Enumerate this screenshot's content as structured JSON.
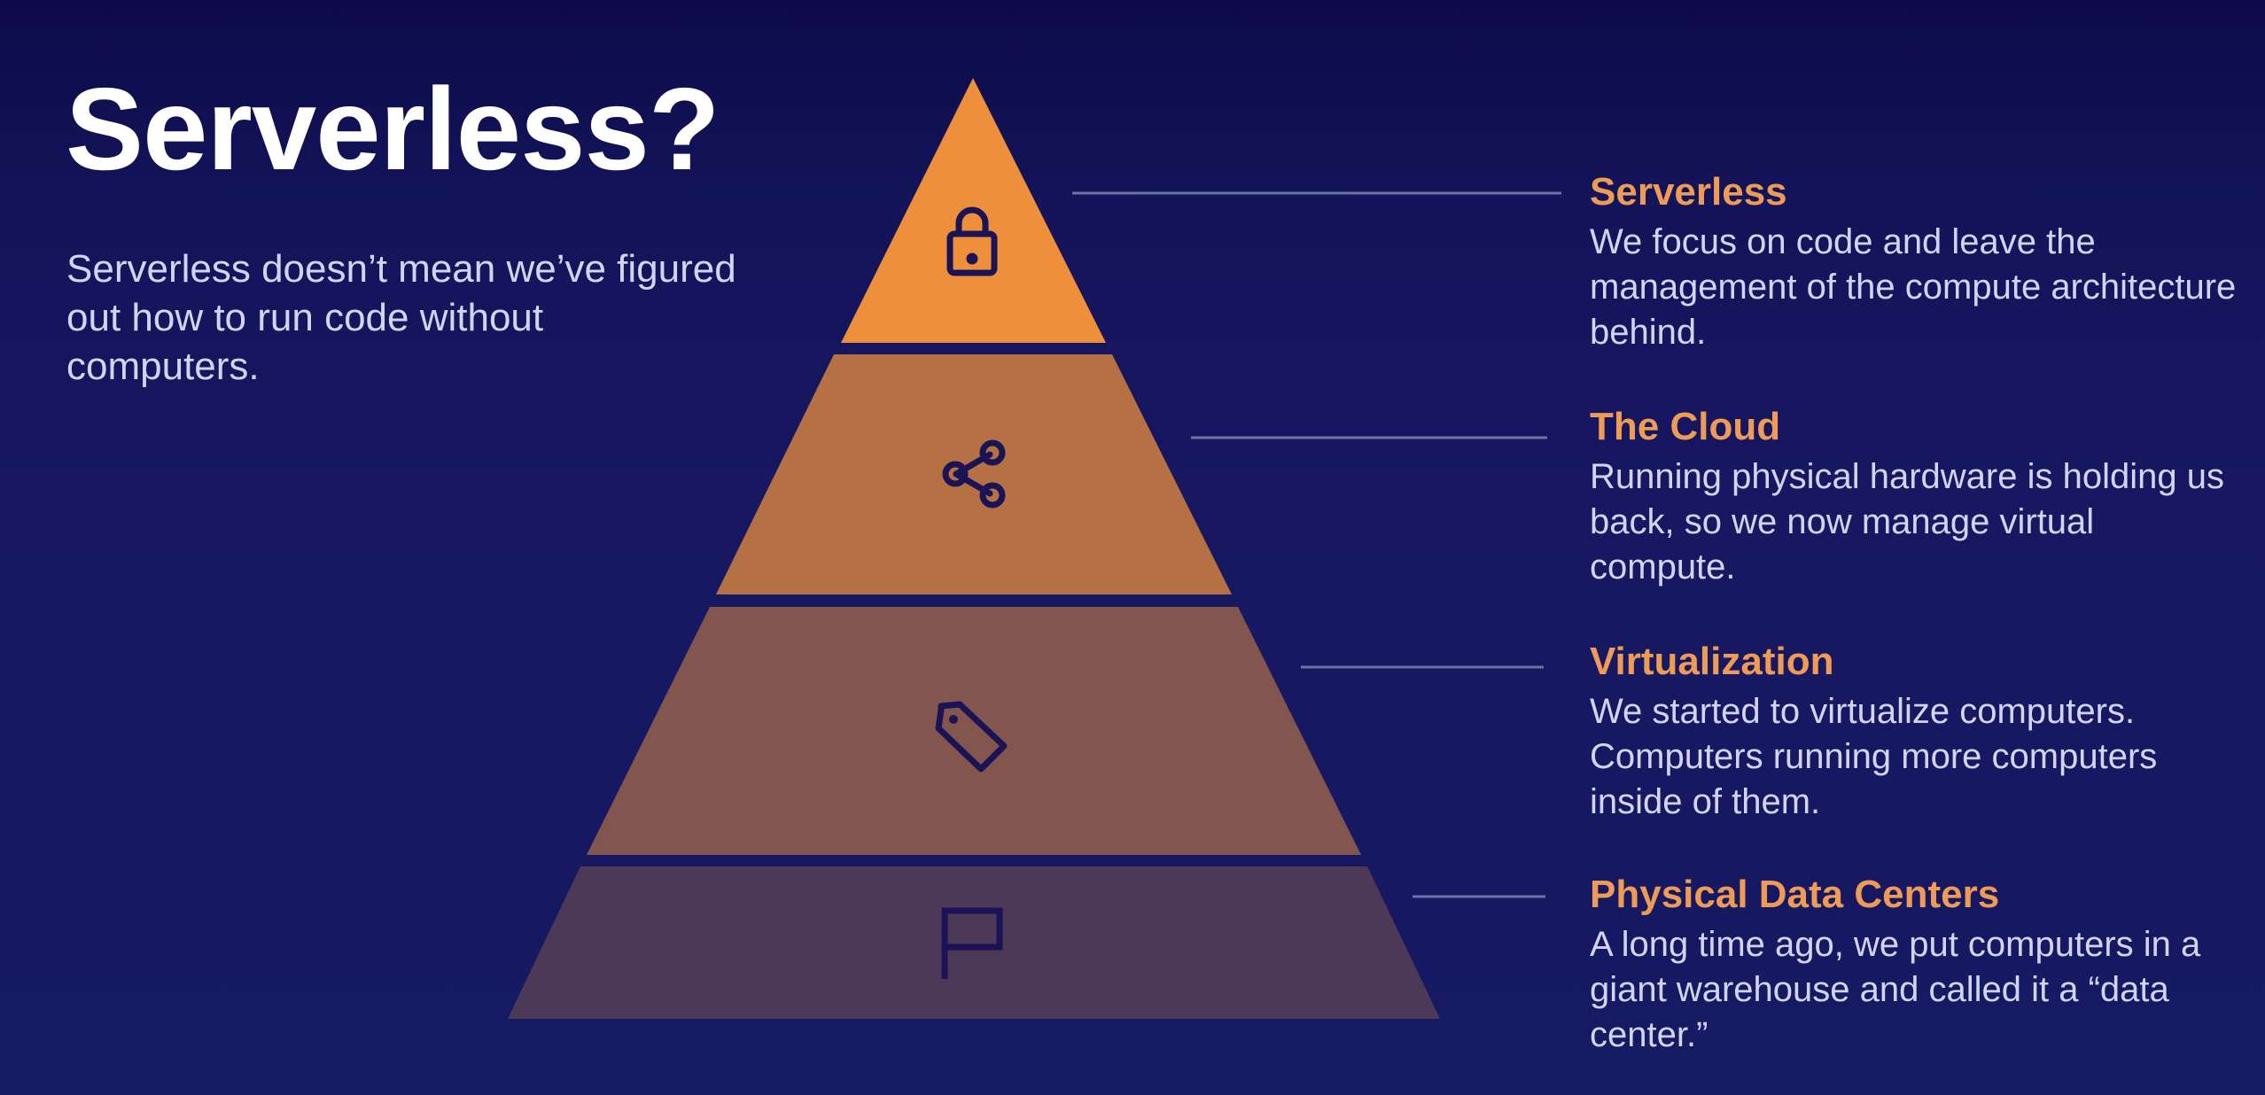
{
  "header": {
    "title": "Serverless?",
    "subtitle": "Serverless doesn’t mean we’ve figured out how to run code without computers."
  },
  "colors": {
    "background": "#141560",
    "accent": "#ee9b55",
    "tier1": "#ee8f3b",
    "tier2": "#b57144",
    "tier3": "#82554f",
    "tier4": "#4c3957",
    "icon_stroke": "#1a1456",
    "connector": "#6d71a4"
  },
  "tiers": [
    {
      "title": "Serverless",
      "icon": "lock-icon",
      "description": "We focus on code and leave the management of the compute architecture behind."
    },
    {
      "title": "The Cloud",
      "icon": "share-icon",
      "description": "Running physical hardware is holding us back, so we now manage virtual compute."
    },
    {
      "title": "Virtualization",
      "icon": "tag-icon",
      "description": "We started to virtualize computers. Computers running more computers inside of them."
    },
    {
      "title": "Physical Data Centers",
      "icon": "flag-icon",
      "description": "A long time ago, we put computers in a giant warehouse and called it a “data center.”"
    }
  ]
}
